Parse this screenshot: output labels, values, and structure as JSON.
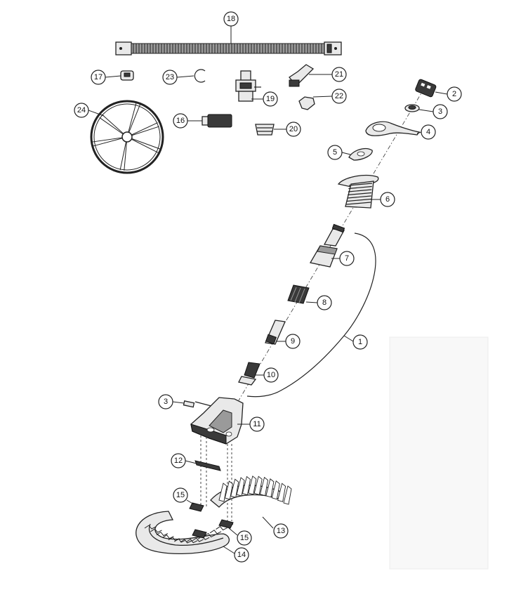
{
  "callouts": [
    "1",
    "2",
    "3",
    "4",
    "5",
    "6",
    "7",
    "8",
    "9",
    "10",
    "11",
    "12",
    "13",
    "14",
    "15",
    "16",
    "17",
    "18",
    "19",
    "20",
    "21",
    "22",
    "23",
    "24"
  ],
  "colors": {
    "ink": "#222222",
    "paper": "#ffffff",
    "fill": "#e9e9e9",
    "dark": "#3a3a3a"
  }
}
